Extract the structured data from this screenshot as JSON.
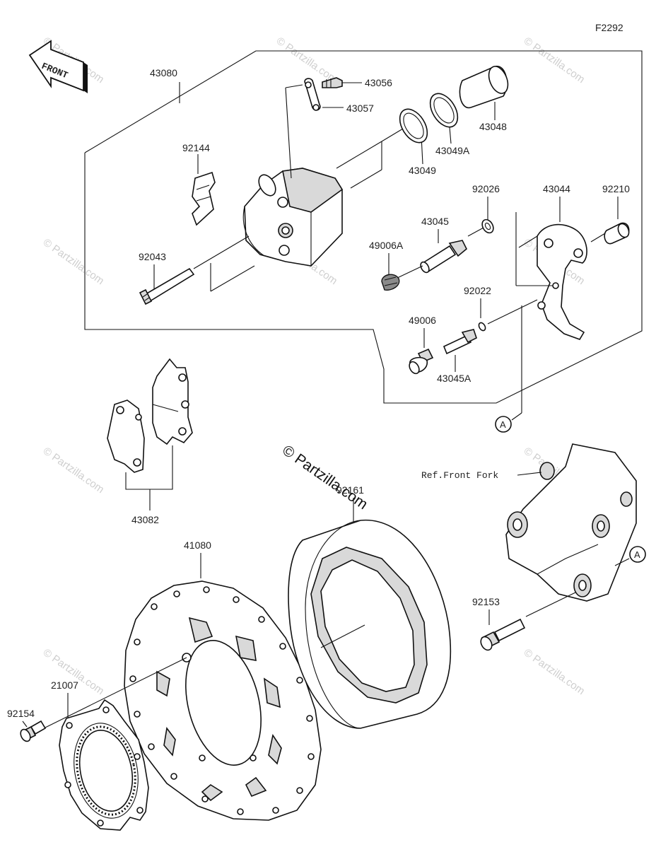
{
  "diagram_code": "F2292",
  "front_label": "FRONT",
  "callout_letter": "A",
  "reference_label": "Ref.Front Fork",
  "watermark_text": "© Partzilla.com",
  "parts": {
    "p43080": "43080",
    "p43056": "43056",
    "p43057": "43057",
    "p43048": "43048",
    "p43049A": "43049A",
    "p43049": "43049",
    "p92144": "92144",
    "p92026": "92026",
    "p43044": "43044",
    "p92210": "92210",
    "p43045": "43045",
    "p49006A": "49006A",
    "p92043": "92043",
    "p92022": "92022",
    "p49006": "49006",
    "p43045A": "43045A",
    "p43082": "43082",
    "p41080": "41080",
    "p92161": "92161",
    "p92153": "92153",
    "p21007": "21007",
    "p92154": "92154"
  }
}
